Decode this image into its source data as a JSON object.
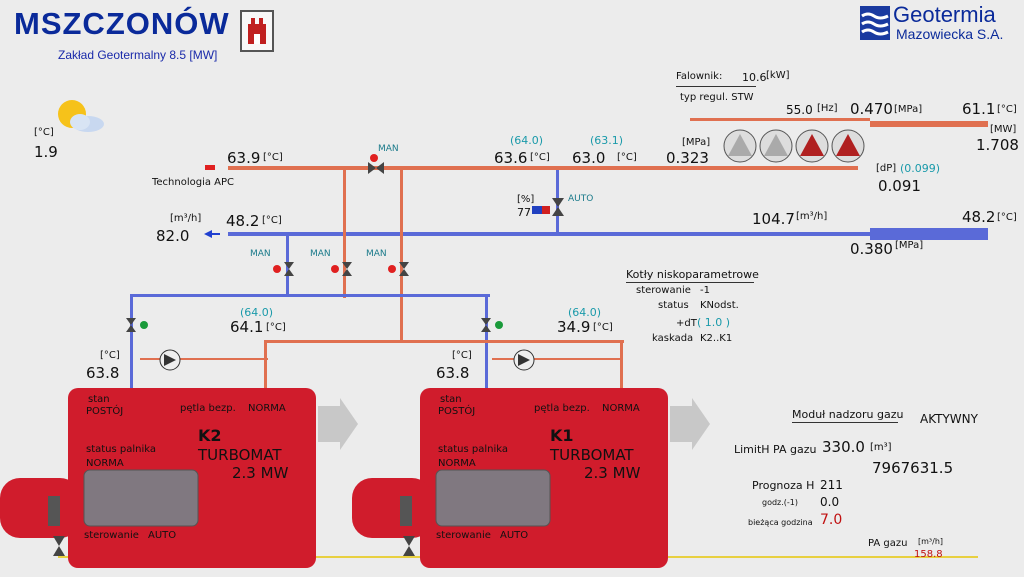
{
  "header": {
    "title": "MSZCZONÓW",
    "subtitle": "Zakład Geotermalny 8.5 [MW]",
    "logo_line1": "Geotermia",
    "logo_line2": "Mazowiecka S.A."
  },
  "weather": {
    "unit": "[°C]",
    "value": "1.9"
  },
  "falownik": {
    "label": "Falownik:",
    "value": "10.6",
    "unit": "[kW]",
    "regul": "typ regul. STW"
  },
  "pumps": {
    "freq_value": "55.0",
    "freq_unit": "[Hz]",
    "pressure_value": "0.470",
    "pressure_unit": "[MPa]"
  },
  "geo_out": {
    "temp": "61.1",
    "temp_unit": "[°C]",
    "power_unit": "[MW]",
    "power": "1.708"
  },
  "supply": {
    "temp1": "63.9",
    "temp1_unit": "[°C]",
    "setp_a": "(64.0)",
    "temp2": "63.6",
    "temp2_unit": "[°C]",
    "setp_b": "(63.1)",
    "temp3": "63.0",
    "temp3_unit": "[°C]",
    "press_unit": "[MPa]",
    "press": "0.323",
    "valve_mode": "MAN",
    "technologia": "Technologia APC"
  },
  "dp": {
    "label": "[dP]",
    "setp": "(0.099)",
    "value": "0.091"
  },
  "valve_auto": {
    "pct_unit": "[%]",
    "pct": "77",
    "mode": "AUTO"
  },
  "return": {
    "flow_unit": "[m³/h]",
    "flow": "82.0",
    "temp": "48.2",
    "temp_unit": "[°C]",
    "flow2": "104.7",
    "flow2_unit": "[m³/h]",
    "temp_r": "48.2",
    "temp_r_unit": "[°C]",
    "press": "0.380",
    "press_unit": "[MPa]"
  },
  "valves": {
    "man1": "MAN",
    "man2": "MAN",
    "man3": "MAN"
  },
  "k2": {
    "setp": "(64.0)",
    "temp": "64.1",
    "temp_unit": "[°C]",
    "ret_unit": "[°C]",
    "ret": "63.8",
    "stan_label": "stan",
    "stan": "POSTÓJ",
    "petla_label": "pętla bezp.",
    "petla": "NORMA",
    "status_label": "status palnika",
    "status": "NORMA",
    "name": "K2",
    "type": "TURBOMAT",
    "power": "2.3 MW",
    "ster_label": "sterowanie",
    "ster": "AUTO"
  },
  "k1": {
    "setp": "(64.0)",
    "temp": "34.9",
    "temp_unit": "[°C]",
    "ret_unit": "[°C]",
    "ret": "63.8",
    "stan_label": "stan",
    "stan": "POSTÓJ",
    "petla_label": "pętla bezp.",
    "petla": "NORMA",
    "status_label": "status palnika",
    "status": "NORMA",
    "name": "K1",
    "type": "TURBOMAT",
    "power": "2.3 MW",
    "ster_label": "sterowanie",
    "ster": "AUTO"
  },
  "kotly": {
    "title": "Kotły niskoparametrowe",
    "ster_label": "sterowanie",
    "ster": "-1",
    "status_label": "status",
    "status": "KNodst.",
    "dt_label": "+dT",
    "dt": "( 1.0 )",
    "kaskada_label": "kaskada",
    "kaskada": "K2..K1"
  },
  "gas": {
    "title": "Moduł nadzoru gazu",
    "state": "AKTYWNY",
    "limit_label": "LimitH PA gazu",
    "limit": "330.0",
    "limit_unit": "[m³]",
    "total": "7967631.5",
    "prognoza_label": "Prognoza H",
    "prognoza": "211",
    "godz_label": "godz.(-1)",
    "godz": "0.0",
    "biez_label": "bieżąca godzina",
    "biez": "7.0",
    "pa_label": "PA gazu",
    "pa_unit": "[m³/h]",
    "pa": "158.8"
  },
  "colors": {
    "hot": "#e07050",
    "cold": "#5a6ad8",
    "boiler": "#d01c2c",
    "gas": "#e8d040"
  }
}
